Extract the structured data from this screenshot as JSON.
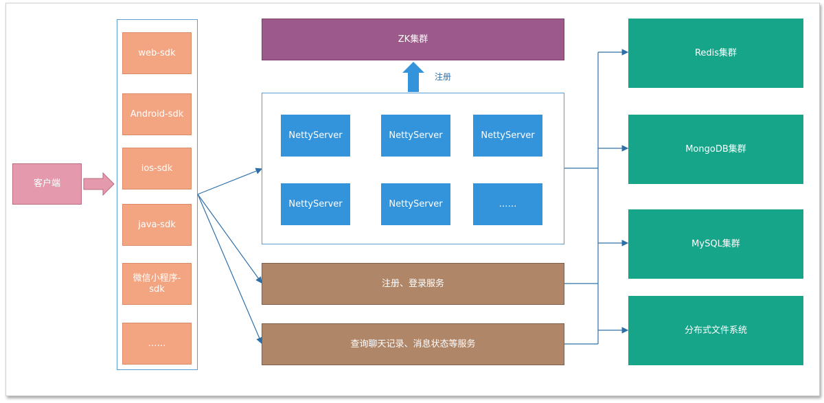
{
  "client": {
    "label": "客户端"
  },
  "sdks": [
    {
      "label": "web-sdk"
    },
    {
      "label": "Android-sdk"
    },
    {
      "label": "ios-sdk"
    },
    {
      "label": "java-sdk"
    },
    {
      "label": "微信小程序-sdk"
    },
    {
      "label": "……"
    }
  ],
  "zk": {
    "label": "ZK集群"
  },
  "register_arrow": {
    "label": "注册"
  },
  "netty_servers": [
    {
      "label": "NettyServer"
    },
    {
      "label": "NettyServer"
    },
    {
      "label": "NettyServer"
    },
    {
      "label": "NettyServer"
    },
    {
      "label": "NettyServer"
    },
    {
      "label": "……"
    }
  ],
  "services": [
    {
      "label": "注册、登录服务"
    },
    {
      "label": "查询聊天记录、消息状态等服务"
    }
  ],
  "databases": [
    {
      "label": "Redis集群"
    },
    {
      "label": "MongoDB集群"
    },
    {
      "label": "MySQL集群"
    },
    {
      "label": "分布式文件系统"
    }
  ],
  "colors": {
    "client": "#e49aac",
    "sdk": "#f3a582",
    "zk": "#9c5a8a",
    "netty": "#3394dc",
    "service": "#b08669",
    "db": "#17a589",
    "connector": "#2e6fa8"
  }
}
